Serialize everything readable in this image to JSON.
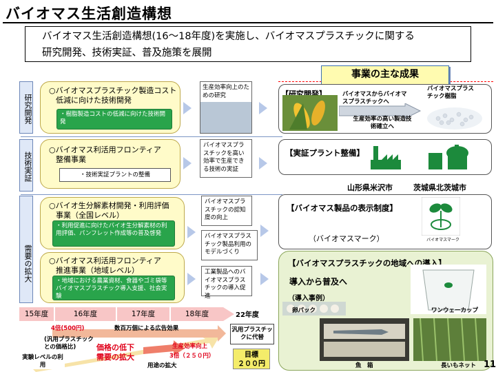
{
  "page": {
    "title": "バイオマス生活創造構想",
    "page_number": "11"
  },
  "intro": {
    "line1": "バイオマス生活創造構想(16～18年度)を実施し、バイオマスプラスチックに関する",
    "line2": "研究開発、技術実証、普及施策を展開"
  },
  "results_title": "事業の主な成果",
  "rows": {
    "research": {
      "side_label": "研究開発",
      "main_title_1": "○バイオマスプラスチック製造コスト",
      "main_title_2": "低減に向けた技術開発",
      "sub": "・樹脂製造コストの低減に向けた技術開発",
      "mid": "生産効率向上のための研究",
      "result_heading": "【研究開発】",
      "result_arrow": "バイオマスからバイオマスプラスチックへ",
      "result_product": "バイオマスプラスチック樹脂",
      "result_note": "生産効率の高い製造技術確立へ"
    },
    "demo": {
      "side_label": "技術実証",
      "main_title_1": "○バイオマス利活用フロンティア",
      "main_title_2": "整備事業",
      "sub": "・技術実証プラントの整備",
      "mid": "バイオマスプラスチックを高い効率で生産できる技術の実証",
      "result_heading": "【実証プラント整備】",
      "place1": "山形県米沢市",
      "place2": "茨城県北茨城市"
    },
    "demand": {
      "side_label": "需要の拡大",
      "block1_title_1": "○バイオ生分解素材開発・利用評価",
      "block1_title_2": "事業（全国レベル）",
      "block1_sub": "・利用促進に向けたバイオ生分解素材の利用評価、パンフレット作成等の普及啓発",
      "block2_title_1": "○バイオマス利活用フロンティア",
      "block2_title_2": "推進事業（地域レベル）",
      "block2_sub": "・地域における農業資材、食器やゴミ袋等バイオマスプラスチック導入支援、社会実験",
      "mid1": "バイオマスプラスチックの認知度の向上",
      "mid2": "バイオマスプラスチック製品利用のモデルづくり",
      "mid3": "工業製品へのバイオマスプラスチックの導入促進",
      "mark_heading": "【バイオマス製品の表示制度】",
      "mark_caption": "（バイオマスマーク）",
      "mark_label": "バイオマスマーク",
      "intro_heading": "【バイオマスプラスチックの地域への導入】",
      "intro_sub": "導入から普及へ",
      "intro_examples": "（導入事例）",
      "ex1": "卵パック",
      "ex2": "ワンウェーカップ",
      "ex3": "魚　箱",
      "ex4": "長いもネット"
    }
  },
  "timeline": {
    "years": [
      "15年度",
      "16年度",
      "17年度",
      "18年度"
    ],
    "end": "22年度",
    "price_now": "4倍(500円)",
    "mass_ad": "数百万個による広告効果",
    "general_plastic": "(汎用プラスチックとの価格比)",
    "price_drop": "価格の低下",
    "demand_up": "需要の拡大",
    "efficiency": "生産効率向上",
    "efficiency_target": "3倍（２５０円）",
    "experiment": "実験レベルの利用",
    "use_expand": "用途の拡大",
    "replace": "汎用プラスチックに代替",
    "target_label": "目標",
    "target_value": "２００円"
  },
  "colors": {
    "blue_frame": "#6b86b8",
    "green": "#29a44b",
    "red_text": "#e0001a",
    "yellow": "#fffbc9"
  }
}
